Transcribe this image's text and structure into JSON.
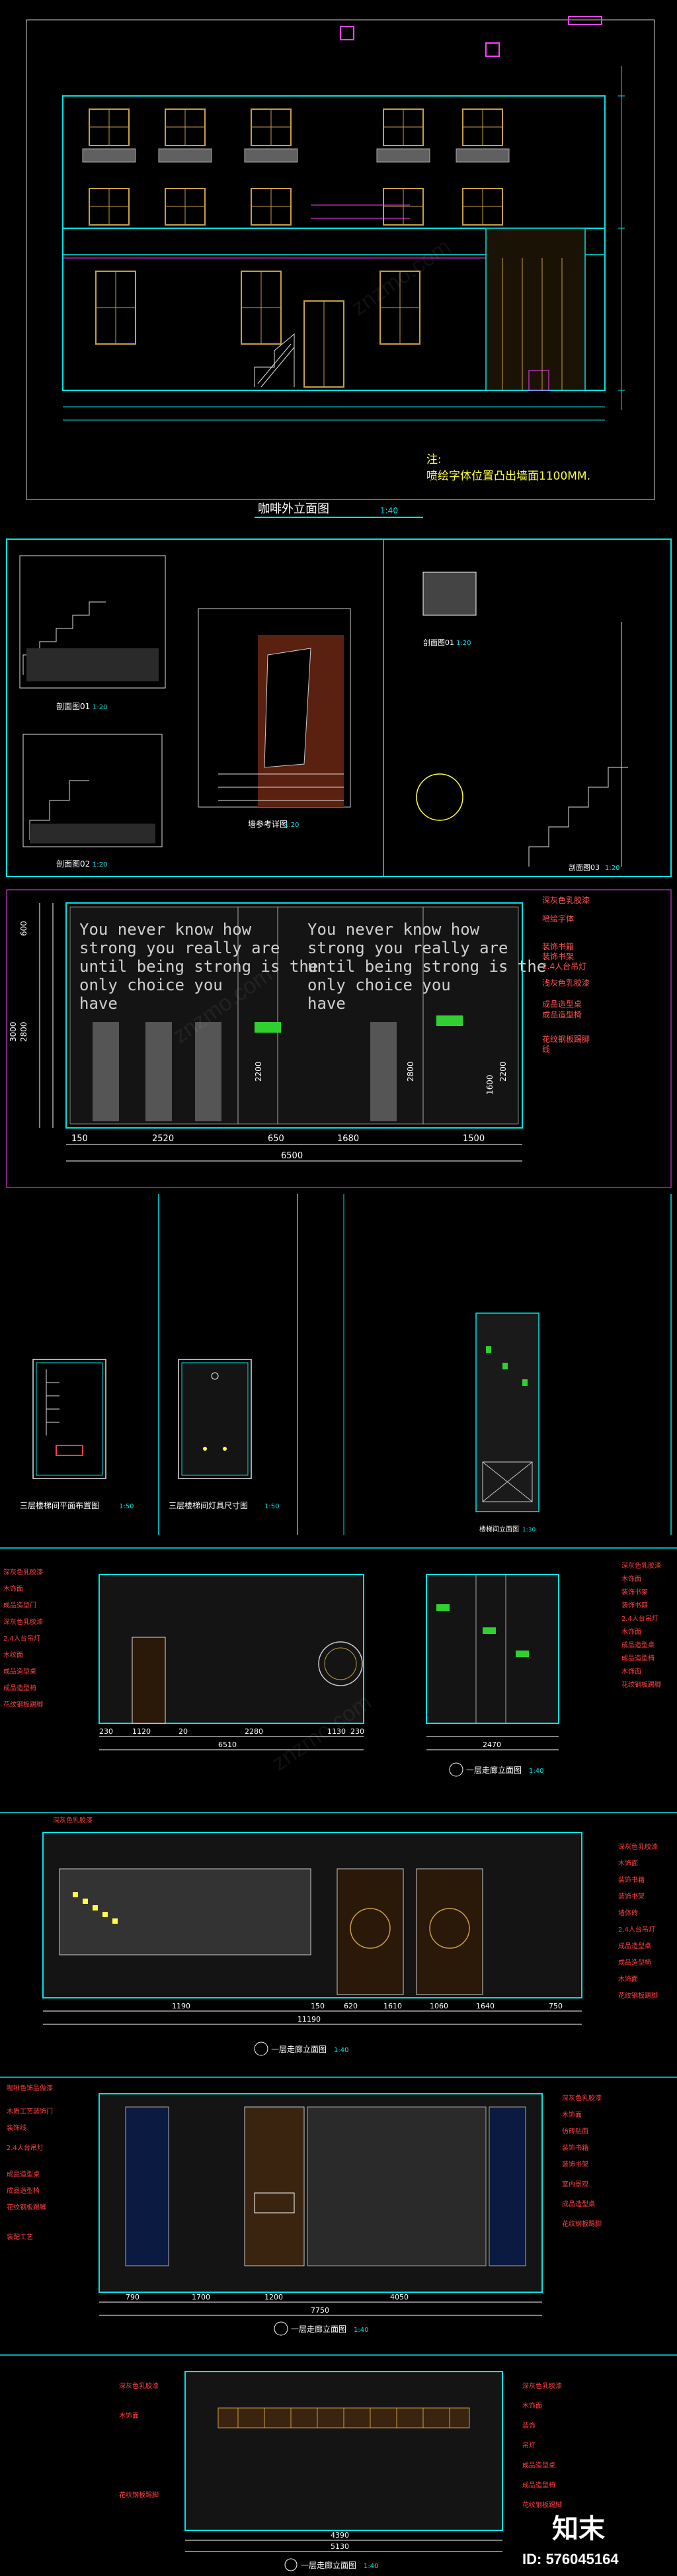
{
  "sheet1": {
    "title": "咖啡外立面图",
    "scale": "1:40",
    "note_label": "注:",
    "note_text": "喷绘字体位置凸出墙面1100MM."
  },
  "sheet2": {
    "section1": "剖面图01",
    "section1_scale": "1:20",
    "section2": "剖面图02",
    "section2_scale": "1:20",
    "ref": "墙参考详图",
    "ref_scale": "1:20",
    "detail1": "剖面图01",
    "detail1_scale": "1:20",
    "detail2": "剖面图03",
    "detail2_scale": "1:20"
  },
  "sheet3": {
    "quote_lines": [
      "You never know how",
      "strong you really are",
      "until being strong is the",
      "only choice you",
      "have"
    ],
    "labels": [
      "深灰色乳胶漆",
      "喷绘字体",
      "装饰书籍",
      "装饰书架",
      "2.4人台吊灯",
      "浅灰色乳胶漆",
      "成品造型桌",
      "成品造型椅",
      "花纹钢板踢脚",
      "线"
    ],
    "dims_bottom": [
      "150",
      "2520",
      "650",
      "1680",
      "1500"
    ],
    "total": "6500",
    "dims_left": [
      "600",
      "2800",
      "3000"
    ],
    "dims_inner": [
      "2200",
      "2800",
      "1600",
      "2200"
    ]
  },
  "sheet4": {
    "cap1": "三层楼梯间平面布置图",
    "cap1_scale": "1:50",
    "cap2": "三层楼梯间灯具尺寸图",
    "cap2_scale": "1:50",
    "cap3": "楼梯间立面图",
    "cap3_scale": "1:30"
  },
  "sheet5": {
    "left_labels": [
      "深灰色乳胶漆",
      "木饰面",
      "成品造型门",
      "深灰色乳胶漆",
      "2.4人台吊灯",
      "木纹面",
      "成品造型桌",
      "成品造型椅",
      "花纹钢板踢脚"
    ],
    "right_labels": [
      "深灰色乳胶漆",
      "木饰面",
      "装饰书架",
      "装饰书籍",
      "2.4人台吊灯",
      "木饰面",
      "成品造型桌",
      "成品造型椅",
      "木饰面",
      "花纹钢板踢脚"
    ],
    "dims_a": [
      "230",
      "1120",
      "20",
      "2280",
      "1130",
      "230"
    ],
    "total_a": "6510",
    "dims_b": [
      "2470"
    ],
    "total_b": "2470",
    "cap": "一层走廊立面图",
    "cap_scale": "1:40"
  },
  "sheet6": {
    "top_label": "深灰色乳胶漆",
    "right_labels": [
      "深灰色乳胶漆",
      "木饰面",
      "装饰书籍",
      "装饰书架",
      "墙体砖",
      "2.4人台吊灯",
      "成品造型桌",
      "成品造型椅",
      "木饰面",
      "花纹钢板踢脚"
    ],
    "dims": [
      "1190",
      "150",
      "620",
      "1610",
      "1060",
      "1640",
      "750"
    ],
    "total": "11190",
    "cap": "一层走廊立面图",
    "cap_scale": "1:40"
  },
  "sheet7": {
    "left_labels": [
      "咖啡色饰品做漆",
      "木质工艺装饰门",
      "装饰线",
      "2.4人台吊灯",
      "成品造型桌",
      "成品造型椅",
      "花纹钢板踢脚",
      "装配工艺"
    ],
    "right_labels": [
      "深灰色乳胶漆",
      "木饰面",
      "仿砖贴面",
      "装饰书籍",
      "装饰书架",
      "室内景观",
      "成品造型桌",
      "花纹钢板踢脚"
    ],
    "dims": [
      "790",
      "1700",
      "1200",
      "4050"
    ],
    "total": "7750",
    "cap": "一层走廊立面图",
    "cap_scale": "1:40"
  },
  "sheet8": {
    "right_labels": [
      "深灰色乳胶漆",
      "木饰面",
      "装饰",
      "吊灯",
      "成品造型桌",
      "成品造型椅",
      "花纹钢板踢脚"
    ],
    "left_labels": [
      "深灰色乳胶漆",
      "木饰面",
      "花纹钢板踢脚"
    ],
    "dims": [
      "4390"
    ],
    "total": "5130",
    "cap": "一层走廊立面图",
    "cap_scale": "1:40"
  },
  "brand": {
    "logo": "知末",
    "id_text": "ID: 576045164"
  },
  "watermark": "znzmo.com"
}
